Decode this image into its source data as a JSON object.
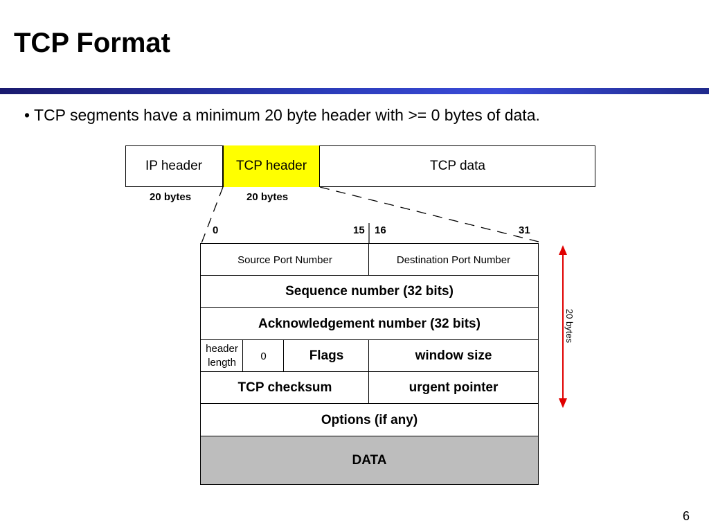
{
  "slide": {
    "title": "TCP Format",
    "bullet": "• TCP segments have a minimum 20 byte header with >= 0 bytes of data.",
    "page_number": "6"
  },
  "packet": {
    "ip_header": "IP header",
    "tcp_header": "TCP header",
    "tcp_data": "TCP data",
    "ip_bytes": "20 bytes",
    "tcp_bytes": "20 bytes"
  },
  "bits": {
    "b0": "0",
    "b15": "15",
    "b16": "16",
    "b31": "31"
  },
  "header": {
    "source_port": "Source Port Number",
    "dest_port": "Destination Port Number",
    "sequence": "Sequence number (32 bits)",
    "ack": "Acknowledgement number (32 bits)",
    "header_length_line1": "header",
    "header_length_line2": "length",
    "zero": "0",
    "flags": "Flags",
    "window": "window size",
    "checksum": "TCP checksum",
    "urgent": "urgent pointer",
    "options": "Options (if any)",
    "data": "DATA"
  },
  "side_label": "20 bytes",
  "colors": {
    "tcp_header_fill": "#ffff00",
    "data_fill": "#bdbdbd",
    "arrow": "#e00000",
    "rule": "#2a3bb8"
  }
}
